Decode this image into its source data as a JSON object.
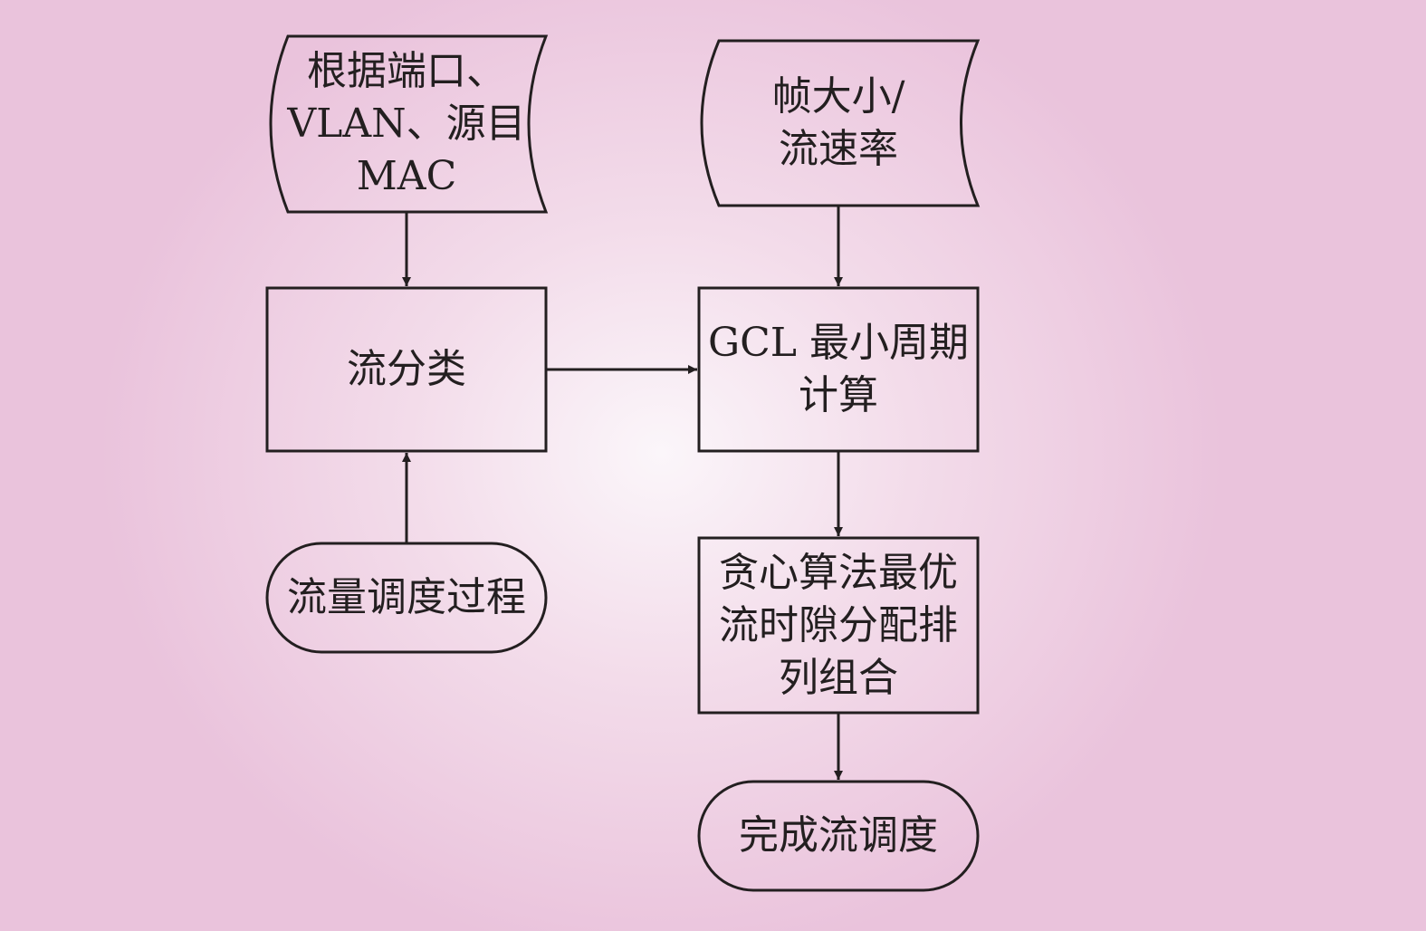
{
  "diagram": {
    "nodes": {
      "input_port": {
        "shape": "data-store",
        "lines": [
          "根据端口、",
          "VLAN、源目",
          "MAC"
        ]
      },
      "input_frame": {
        "shape": "data-store",
        "lines": [
          "帧大小/",
          "流速率"
        ]
      },
      "classify": {
        "shape": "process",
        "lines": [
          "流分类"
        ]
      },
      "gcl_calc": {
        "shape": "process",
        "lines": [
          "GCL 最小周期",
          "计算"
        ]
      },
      "schedule_start": {
        "shape": "terminal",
        "lines": [
          "流量调度过程"
        ]
      },
      "greedy": {
        "shape": "process",
        "lines": [
          "贪心算法最优",
          "流时隙分配排",
          "列组合"
        ]
      },
      "done": {
        "shape": "terminal",
        "lines": [
          "完成流调度"
        ]
      }
    },
    "edges": [
      {
        "from": "input_port",
        "to": "classify"
      },
      {
        "from": "schedule_start",
        "to": "classify"
      },
      {
        "from": "classify",
        "to": "gcl_calc"
      },
      {
        "from": "input_frame",
        "to": "gcl_calc"
      },
      {
        "from": "gcl_calc",
        "to": "greedy"
      },
      {
        "from": "greedy",
        "to": "done"
      }
    ],
    "colors": {
      "stroke": "#231f20",
      "text": "#231f20",
      "background_center": "#fbf6fa",
      "background_edge": "#eac3dc"
    }
  }
}
